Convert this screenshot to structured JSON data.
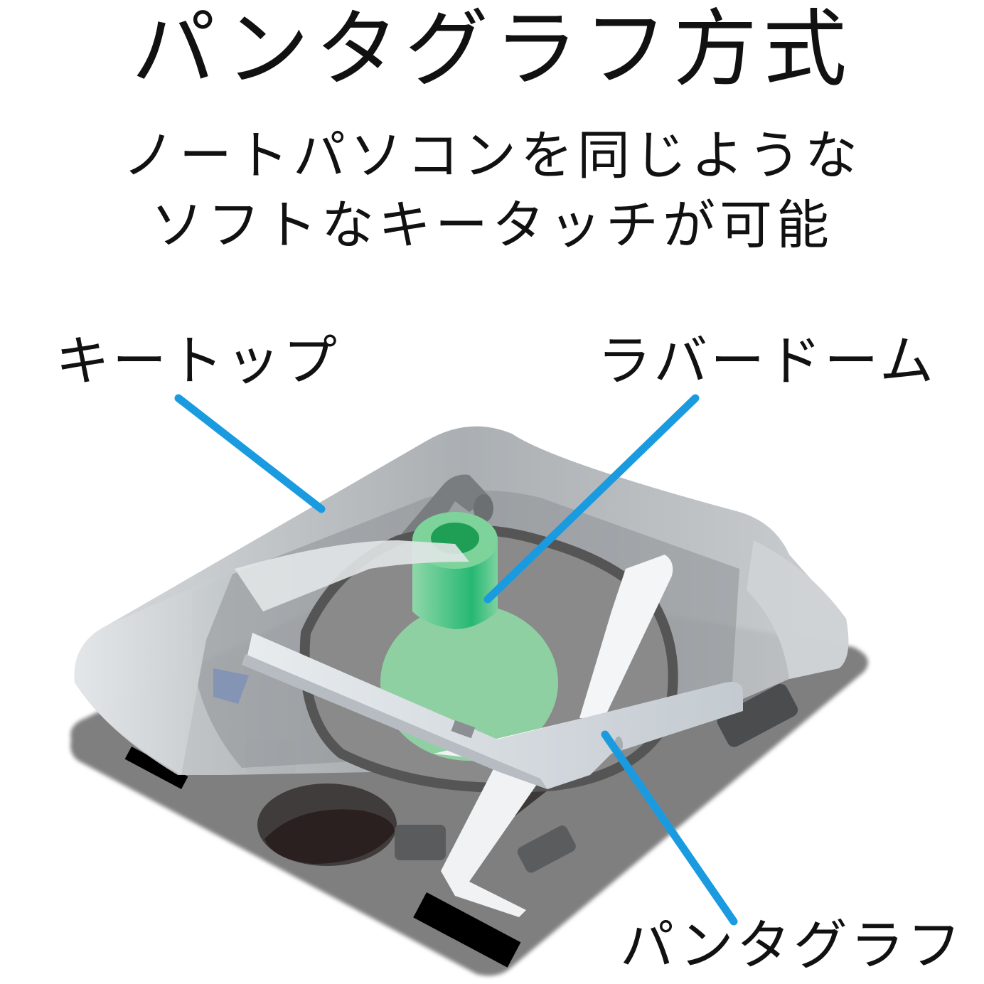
{
  "header": {
    "title": "パンタグラフ方式",
    "subtitle_line1": "ノートパソコンを同じような",
    "subtitle_line2": "ソフトなキータッチが可能"
  },
  "diagram": {
    "subject": "pantograph keyboard switch (exploded cutaway)",
    "labels": [
      {
        "id": "keytop",
        "text": "キートップ"
      },
      {
        "id": "rubber_dome",
        "text": "ラバードーム"
      },
      {
        "id": "pantograph",
        "text": "パンタグラフ"
      }
    ],
    "colors": {
      "leader_line": "#1a9be0",
      "keycap": "#b9bec2",
      "base_plate": "#7d7d7d",
      "rubber_dome": "#5ecb8a",
      "dome_hole": "#1f9e55",
      "pantograph": "#e8ecef"
    }
  }
}
